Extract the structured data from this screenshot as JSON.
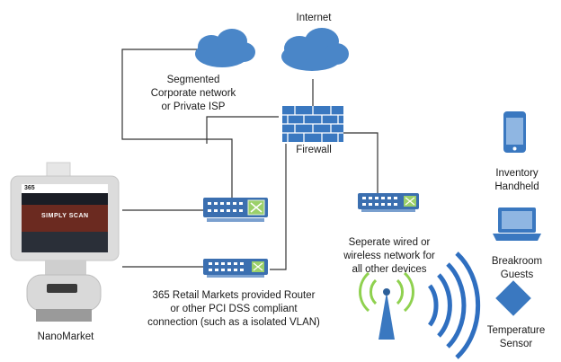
{
  "labels": {
    "internet": "Internet",
    "segmented_line1": "Segmented",
    "segmented_line2": "Corporate network",
    "segmented_line3": "or Private ISP",
    "firewall": "Firewall",
    "inventory_line1": "Inventory",
    "inventory_line2": "Handheld",
    "breakroom_line1": "Breakroom",
    "breakroom_line2": "Guests",
    "temperature_line1": "Temperature",
    "temperature_line2": "Sensor",
    "separate_line1": "Seperate wired or",
    "separate_line2": "wireless network for",
    "separate_line3": "all other devices",
    "router_line1": "365 Retail Markets provided Router",
    "router_line2": "or other PCI DSS compliant",
    "router_line3": "connection (such as a isolated VLAN)",
    "nanomarket": "NanoMarket"
  },
  "kiosk_screen": {
    "brand": "365",
    "headline": "SIMPLY SCAN"
  },
  "colors": {
    "cloud": "#4a86c8",
    "switch_body": "#3b6fb0",
    "firewall": "#3a78c0",
    "device": "#3a78c0",
    "wire": "#333333",
    "wifi_green": "#8fd14f"
  }
}
